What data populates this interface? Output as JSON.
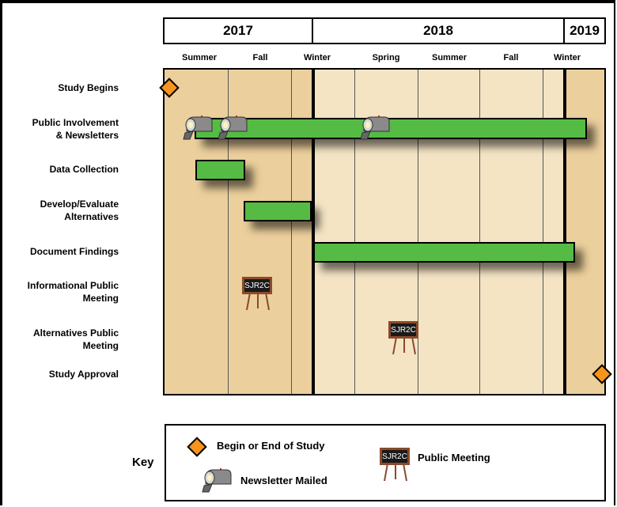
{
  "years": [
    {
      "label": "2017"
    },
    {
      "label": "2018"
    },
    {
      "label": "2019"
    }
  ],
  "seasons": [
    "Summer",
    "Fall",
    "Winter",
    "Spring",
    "Summer",
    "Fall",
    "Winter"
  ],
  "rows": [
    {
      "line1": "Study Begins",
      "line2": ""
    },
    {
      "line1": "Public Involvement",
      "line2": "& Newsletters"
    },
    {
      "line1": "Data Collection",
      "line2": ""
    },
    {
      "line1": "Develop/Evaluate",
      "line2": "Alternatives"
    },
    {
      "line1": "Document Findings",
      "line2": ""
    },
    {
      "line1": "Informational Public",
      "line2": "Meeting"
    },
    {
      "line1": "Alternatives Public",
      "line2": "Meeting"
    },
    {
      "line1": "Study Approval",
      "line2": ""
    }
  ],
  "meeting_sign_text": "SJR2C",
  "key": {
    "title": "Key",
    "begin_end": "Begin or End of Study",
    "newsletter": "Newsletter Mailed",
    "meeting": "Public Meeting",
    "meeting_sign": "SJR2C"
  },
  "colors": {
    "band_dark": "#ebcf9c",
    "band_light": "#f4e4c4",
    "bar": "#55bb44",
    "diamond": "#f7941d",
    "easel": "#8b4a2b"
  }
}
